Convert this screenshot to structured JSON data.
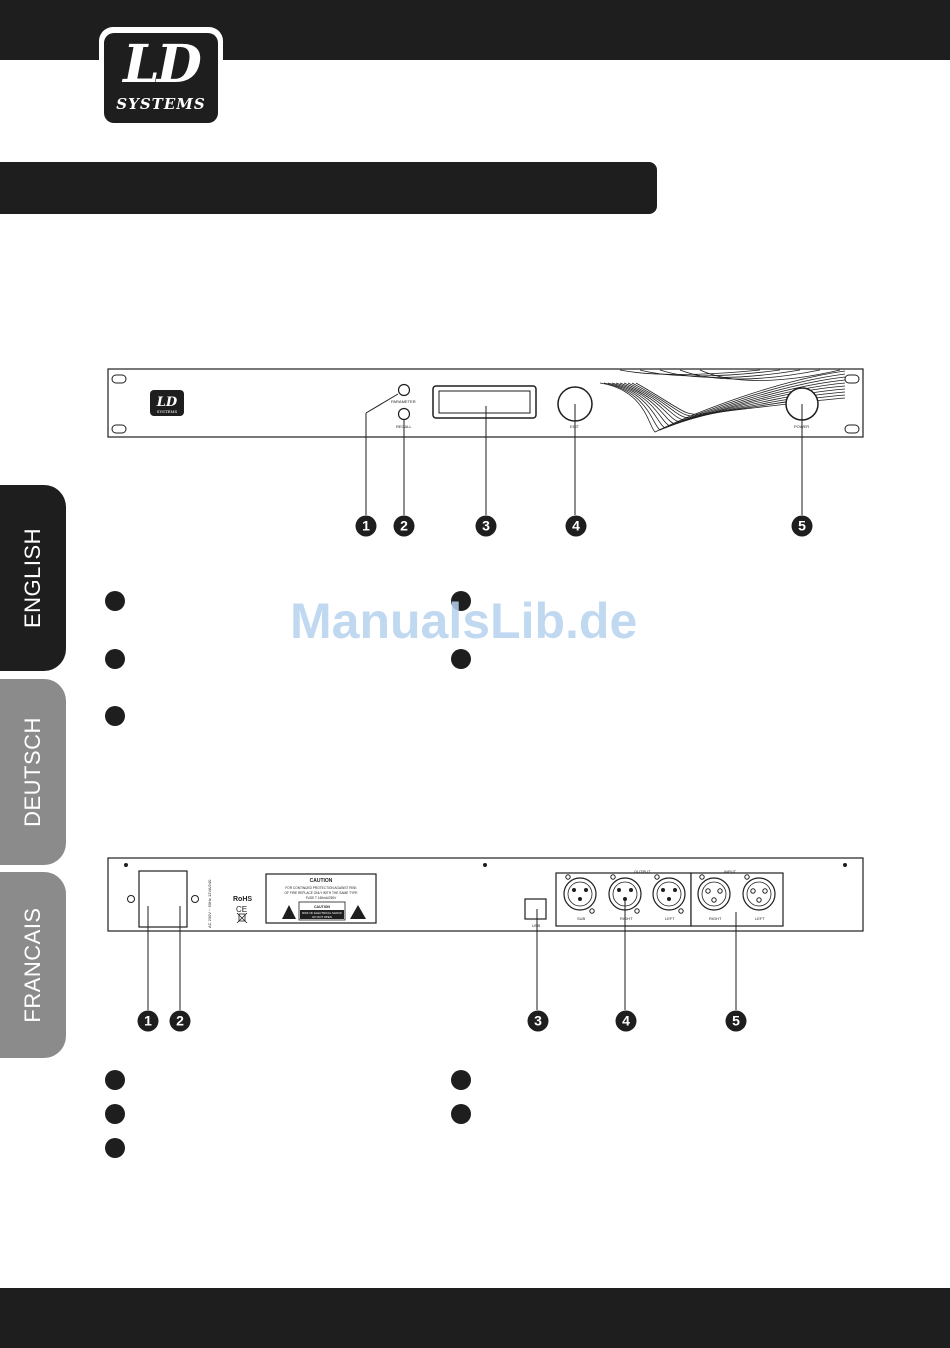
{
  "logo": {
    "main": "LD",
    "sub": "SYSTEMS"
  },
  "side_tabs": [
    "ENGLISH",
    "DEUTSCH",
    "FRANCAIS"
  ],
  "watermark": "ManualsLib.de",
  "front_panel": {
    "labels": {
      "parameter": "PARAMETER",
      "recall": "RECALL",
      "edit": "EDIT",
      "power": "POWER",
      "brand_main": "LD",
      "brand_sub": "SYSTEMS"
    },
    "callouts": [
      "1",
      "2",
      "3",
      "4",
      "5"
    ]
  },
  "rear_panel": {
    "labels": {
      "voltage": "AC 230V ~ 50Hz 12VA/240",
      "rohs": "RoHS",
      "ce": "CE",
      "caution_title": "CAUTION",
      "caution_line1": "FOR CONTINUED PROTECTION AGAINST RISK",
      "caution_line2": "OF FIRE REPLACE ONLY WITH THE SAME TYPE",
      "caution_line3": "FUSE T 160mA/250V",
      "caution_box_title": "CAUTION",
      "caution_box_line1": "RISK OF ELECTRICAL SHOCK",
      "caution_box_line2": "DO NOT OPEN",
      "usb": "USB",
      "output": "OUTPUT",
      "input": "INPUT",
      "sub": "SUB",
      "right": "RIGHT",
      "left": "LEFT",
      "in_right": "RIGHT",
      "in_left": "LEFT"
    },
    "callouts": [
      "1",
      "2",
      "3",
      "4",
      "5"
    ]
  }
}
